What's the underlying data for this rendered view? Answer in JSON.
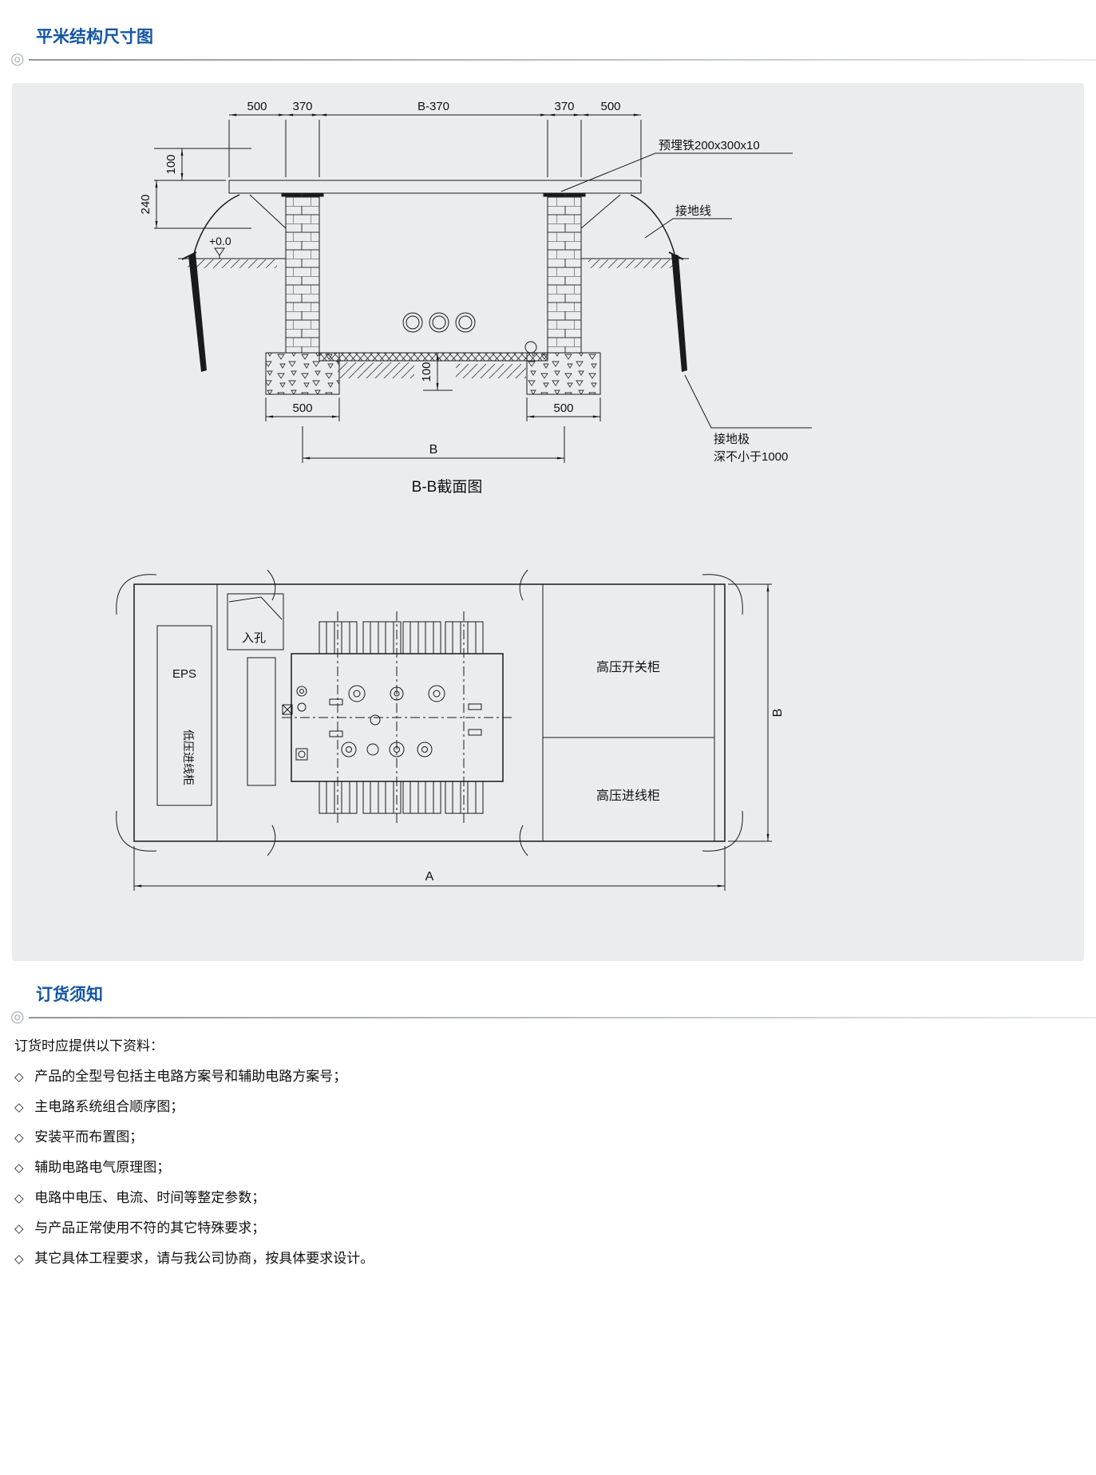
{
  "sections": {
    "structure_title": "平米结构尺寸图",
    "ordering_title": "订货须知"
  },
  "icons": {
    "section_marker": "◎"
  },
  "cross_section": {
    "caption": "B-B截面图",
    "dim_500_left": "500",
    "dim_370_left": "370",
    "dim_b370": "B-370",
    "dim_370_right": "370",
    "dim_500_right": "500",
    "dim_100_left": "100",
    "dim_240": "240",
    "level_mark": "+0.0",
    "dim_100_floor": "100",
    "dim_500_foot_left": "500",
    "dim_500_foot_right": "500",
    "dim_b": "B",
    "callout_embedded_iron": "预埋铁200x300x10",
    "callout_ground_wire": "接地线",
    "callout_ground_rod": "接地极",
    "callout_ground_rod_depth": "深不小于1000"
  },
  "plan_view": {
    "eps": "EPS",
    "lv_incoming": "低压进线柜",
    "manhole": "入孔",
    "hv_switch": "高压开关柜",
    "hv_incoming": "高压进线柜",
    "dim_a": "A",
    "dim_b": "B"
  },
  "ordering": {
    "intro": "订货时应提供以下资料：",
    "bullet": "◇",
    "items": [
      "产品的全型号包括主电路方案号和辅助电路方案号；",
      "主电路系统组合顺序图；",
      "安装平而布置图；",
      "辅助电路电气原理图；",
      "电路中电压、电流、时间等整定参数；",
      "与产品正常使用不符的其它特殊要求；",
      "其它具体工程要求，请与我公司协商，按具体要求设计。"
    ]
  },
  "colors": {
    "accent_blue": "#1456a3",
    "panel_background": "#ebeced",
    "line_color": "#1a1a1a"
  }
}
